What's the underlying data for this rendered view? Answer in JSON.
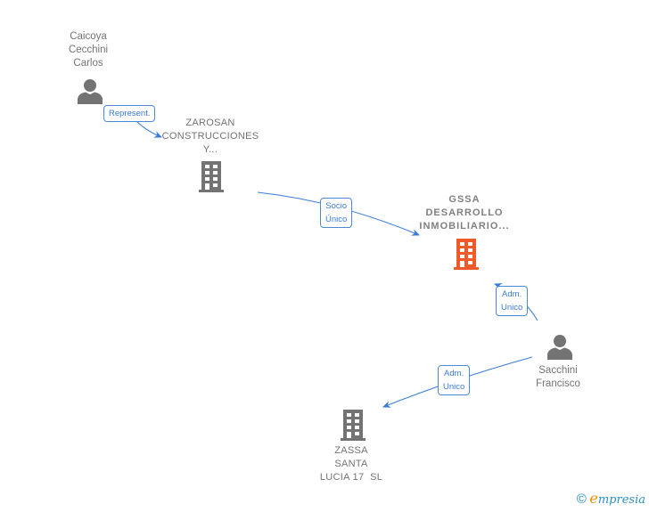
{
  "nodes": {
    "caicoya": {
      "label_lines": [
        "Caicoya",
        "Cecchini",
        "Carlos"
      ],
      "type": "person",
      "icon": "person-icon"
    },
    "zarosan": {
      "label_lines": [
        "ZAROSAN",
        "CONSTRUCCIONES",
        "Y..."
      ],
      "type": "company",
      "icon": "building-icon"
    },
    "gssa": {
      "label_lines": [
        "GSSA",
        "DESARROLLO",
        "INMOBILIARIO..."
      ],
      "type": "company-main",
      "icon": "building-icon"
    },
    "sacchini": {
      "label_lines": [
        "Sacchini",
        "Francisco"
      ],
      "type": "person",
      "icon": "person-icon"
    },
    "zassa": {
      "label_lines": [
        "ZASSA",
        "SANTA",
        "LUCIA 17  SL"
      ],
      "type": "company",
      "icon": "building-icon"
    }
  },
  "edges": [
    {
      "from": "caicoya",
      "to": "zarosan",
      "label_lines": [
        "Represent."
      ]
    },
    {
      "from": "zarosan",
      "to": "gssa",
      "label_lines": [
        "Socio",
        "Único"
      ]
    },
    {
      "from": "sacchini",
      "to": "gssa",
      "label_lines": [
        "Adm.",
        "Unico"
      ]
    },
    {
      "from": "sacchini",
      "to": "zassa",
      "label_lines": [
        "Adm.",
        "Unico"
      ]
    }
  ],
  "colors": {
    "edge": "#3a7bd5",
    "node_gray": "#737373",
    "main_company": "#f05a28"
  },
  "footer": {
    "copyright_symbol": "©",
    "brand_initial": "e",
    "brand_rest": "mpresia"
  }
}
